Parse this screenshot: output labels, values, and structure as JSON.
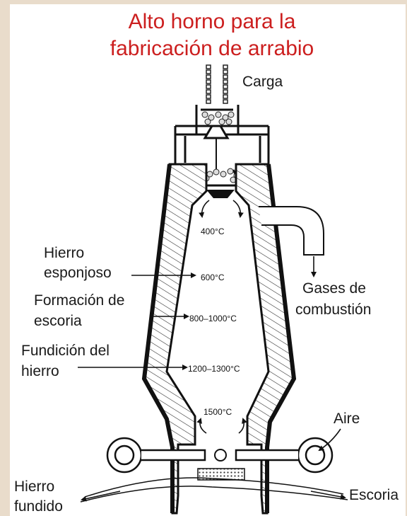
{
  "title": {
    "line1": "Alto horno para la",
    "line2": "fabricación de arrabio"
  },
  "labels": {
    "carga": "Carga",
    "hierro_esponjoso": [
      "Hierro",
      "esponjoso"
    ],
    "formacion_escoria": [
      "Formación de",
      "escoria"
    ],
    "fundicion_hierro": [
      "Fundición del",
      "hierro"
    ],
    "gases": [
      "Gases de",
      "combustión"
    ],
    "aire": "Aire",
    "hierro_fundido": [
      "Hierro",
      "fundido"
    ],
    "escoria": "Escoria"
  },
  "temperatures": {
    "t400": "400°C",
    "t600": "600°C",
    "t800": "800–1000°C",
    "t1200": "1200–1300°C",
    "t1500": "1500°C"
  },
  "colors": {
    "title": "#cc1f1f",
    "text": "#1a1a1a",
    "background": "#e9dccb"
  }
}
